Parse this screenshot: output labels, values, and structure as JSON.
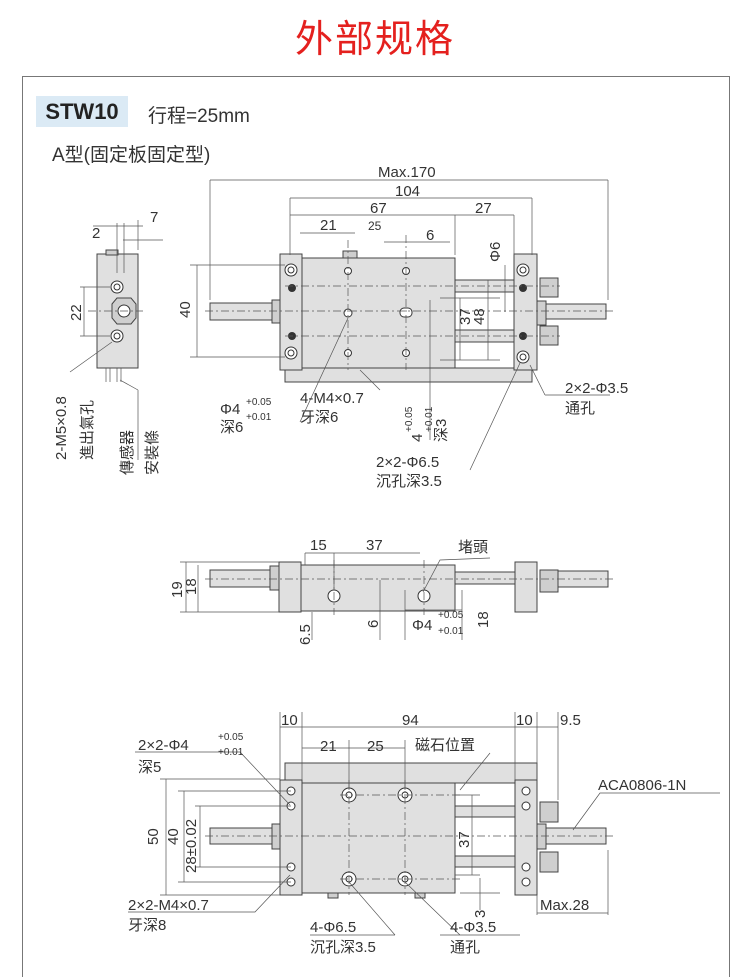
{
  "page_title": "外部规格",
  "model": "STW10",
  "stroke": "行程=25mm",
  "type": "A型(固定板固定型)",
  "side_view": {
    "dim_2": "2",
    "dim_7": "7",
    "dim_22": "22",
    "port_label_1": "2-M5×0.8",
    "port_label_2": "進出氣孔",
    "sensor_label_1": "傳感器",
    "sensor_label_2": "安裝條"
  },
  "top_view": {
    "max_170": "Max.170",
    "dim_104": "104",
    "dim_67": "67",
    "dim_27": "27",
    "dim_21": "21",
    "dim_25": "25",
    "dim_6": "6",
    "dim_phi6": "Φ6",
    "dim_40": "40",
    "dim_37": "37",
    "dim_48": "48",
    "phi4_main": "Φ4",
    "phi4_tol_upper": "+0.05",
    "phi4_tol_lower": "+0.01",
    "phi4_depth": "深6",
    "m4_label": "4-M4×0.7",
    "m4_depth": "牙深6",
    "pin_label": "4",
    "pin_tol_upper": "+0.05",
    "pin_tol_lower": "+0.01",
    "pin_depth": "深3",
    "cb_label": "2×2-Φ6.5",
    "cb_depth": "沉孔深3.5",
    "thru_label": "2×2-Φ3.5",
    "thru_note": "通孔"
  },
  "front_view": {
    "dim_15": "15",
    "dim_37": "37",
    "plug_label": "堵頭",
    "dim_19": "19",
    "dim_18": "18",
    "dim_6_5": "6.5",
    "dim_6": "6",
    "phi4": "Φ4",
    "tol_upper": "+0.05",
    "tol_lower": "+0.01",
    "dim_18b": "18"
  },
  "bottom_view": {
    "dim_10a": "10",
    "dim_94": "94",
    "dim_10b": "10",
    "dim_9_5": "9.5",
    "dim_21": "21",
    "dim_25": "25",
    "magnet_label": "磁石位置",
    "phi4_label": "2×2-Φ4",
    "phi4_tol_upper": "+0.05",
    "phi4_tol_lower": "+0.01",
    "phi4_depth": "深5",
    "part_no": "ACA0806-1N",
    "dim_50": "50",
    "dim_40": "40",
    "dim_28": "28±0.02",
    "dim_37": "37",
    "m4_label": "2×2-M4×0.7",
    "m4_depth": "牙深8",
    "cb_label": "4-Φ6.5",
    "cb_depth": "沉孔深3.5",
    "thru_label": "4-Φ3.5",
    "thru_note": "通孔",
    "dim_3": "3",
    "max_28": "Max.28"
  }
}
